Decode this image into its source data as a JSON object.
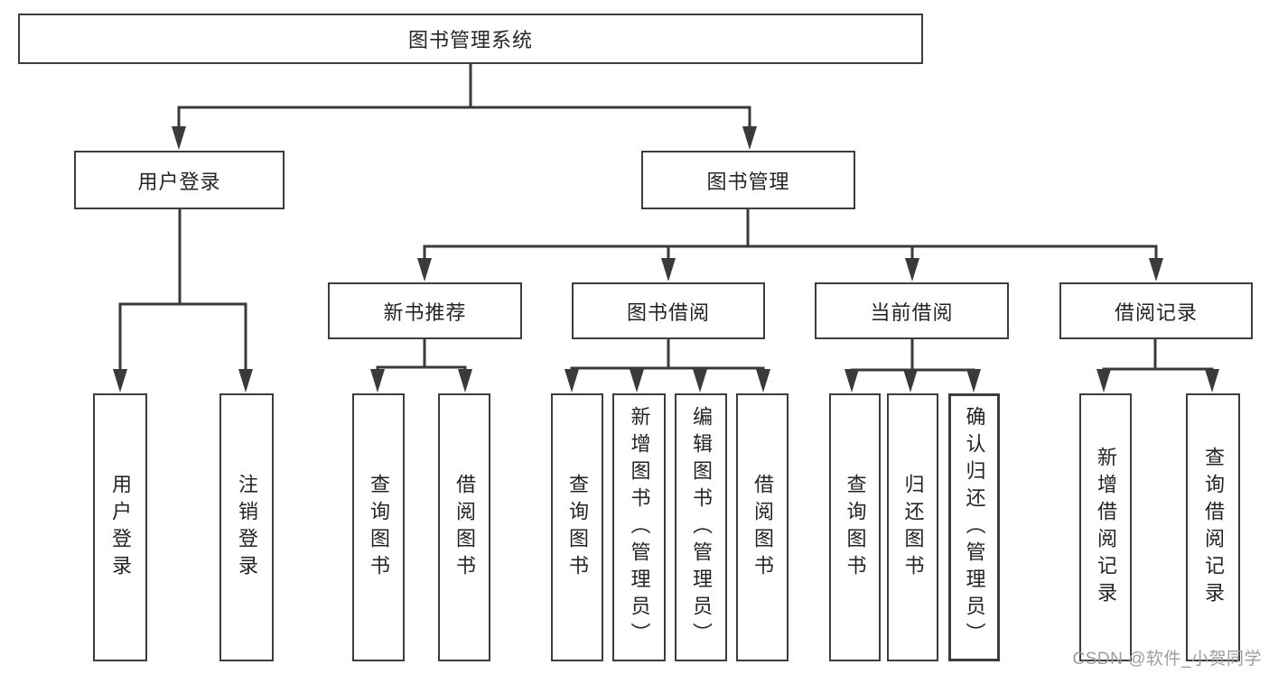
{
  "nodes": {
    "root": "图书管理系统",
    "user_login": "用户登录",
    "book_mgmt": "图书管理",
    "new_book_rec": "新书推荐",
    "book_borrow": "图书借阅",
    "current_borrow": "当前借阅",
    "borrow_records": "借阅记录",
    "leaf_user_login": "用户登录",
    "leaf_logout": "注销登录",
    "leaf_query_book_1": "查询图书",
    "leaf_borrow_book_1": "借阅图书",
    "leaf_query_book_2": "查询图书",
    "leaf_add_book": "新增图书（管理员）",
    "leaf_edit_book": "编辑图书（管理员）",
    "leaf_borrow_book_2": "借阅图书",
    "leaf_query_book_3": "查询图书",
    "leaf_return_book": "归还图书",
    "leaf_confirm_return": "确认归还（管理员）",
    "leaf_add_record": "新增借阅记录",
    "leaf_query_record": "查询借阅记录"
  },
  "colors": {
    "line": "#3a3a3a",
    "border": "#3d3d3d",
    "text": "#242424",
    "watermark": "#9c9c9c"
  },
  "watermark": "CSDN @软件_小贺同学"
}
